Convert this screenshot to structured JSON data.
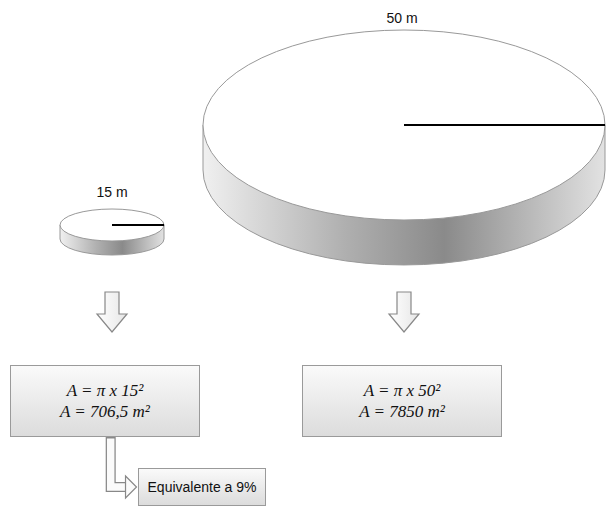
{
  "diagram": {
    "nodes": [
      {
        "text": [
          "A = π x 15²",
          "A = 706,5 m²"
        ]
      },
      {
        "text": [
          "A = π x 50²",
          "A = 7850 m²"
        ]
      },
      {
        "text": [
          "Equivalente a 9%"
        ]
      }
    ],
    "edges": [
      {
        "from": 0,
        "to": 2,
        "arrow": "to"
      }
    ],
    "labels": [
      "15 m",
      "50 m"
    ]
  }
}
